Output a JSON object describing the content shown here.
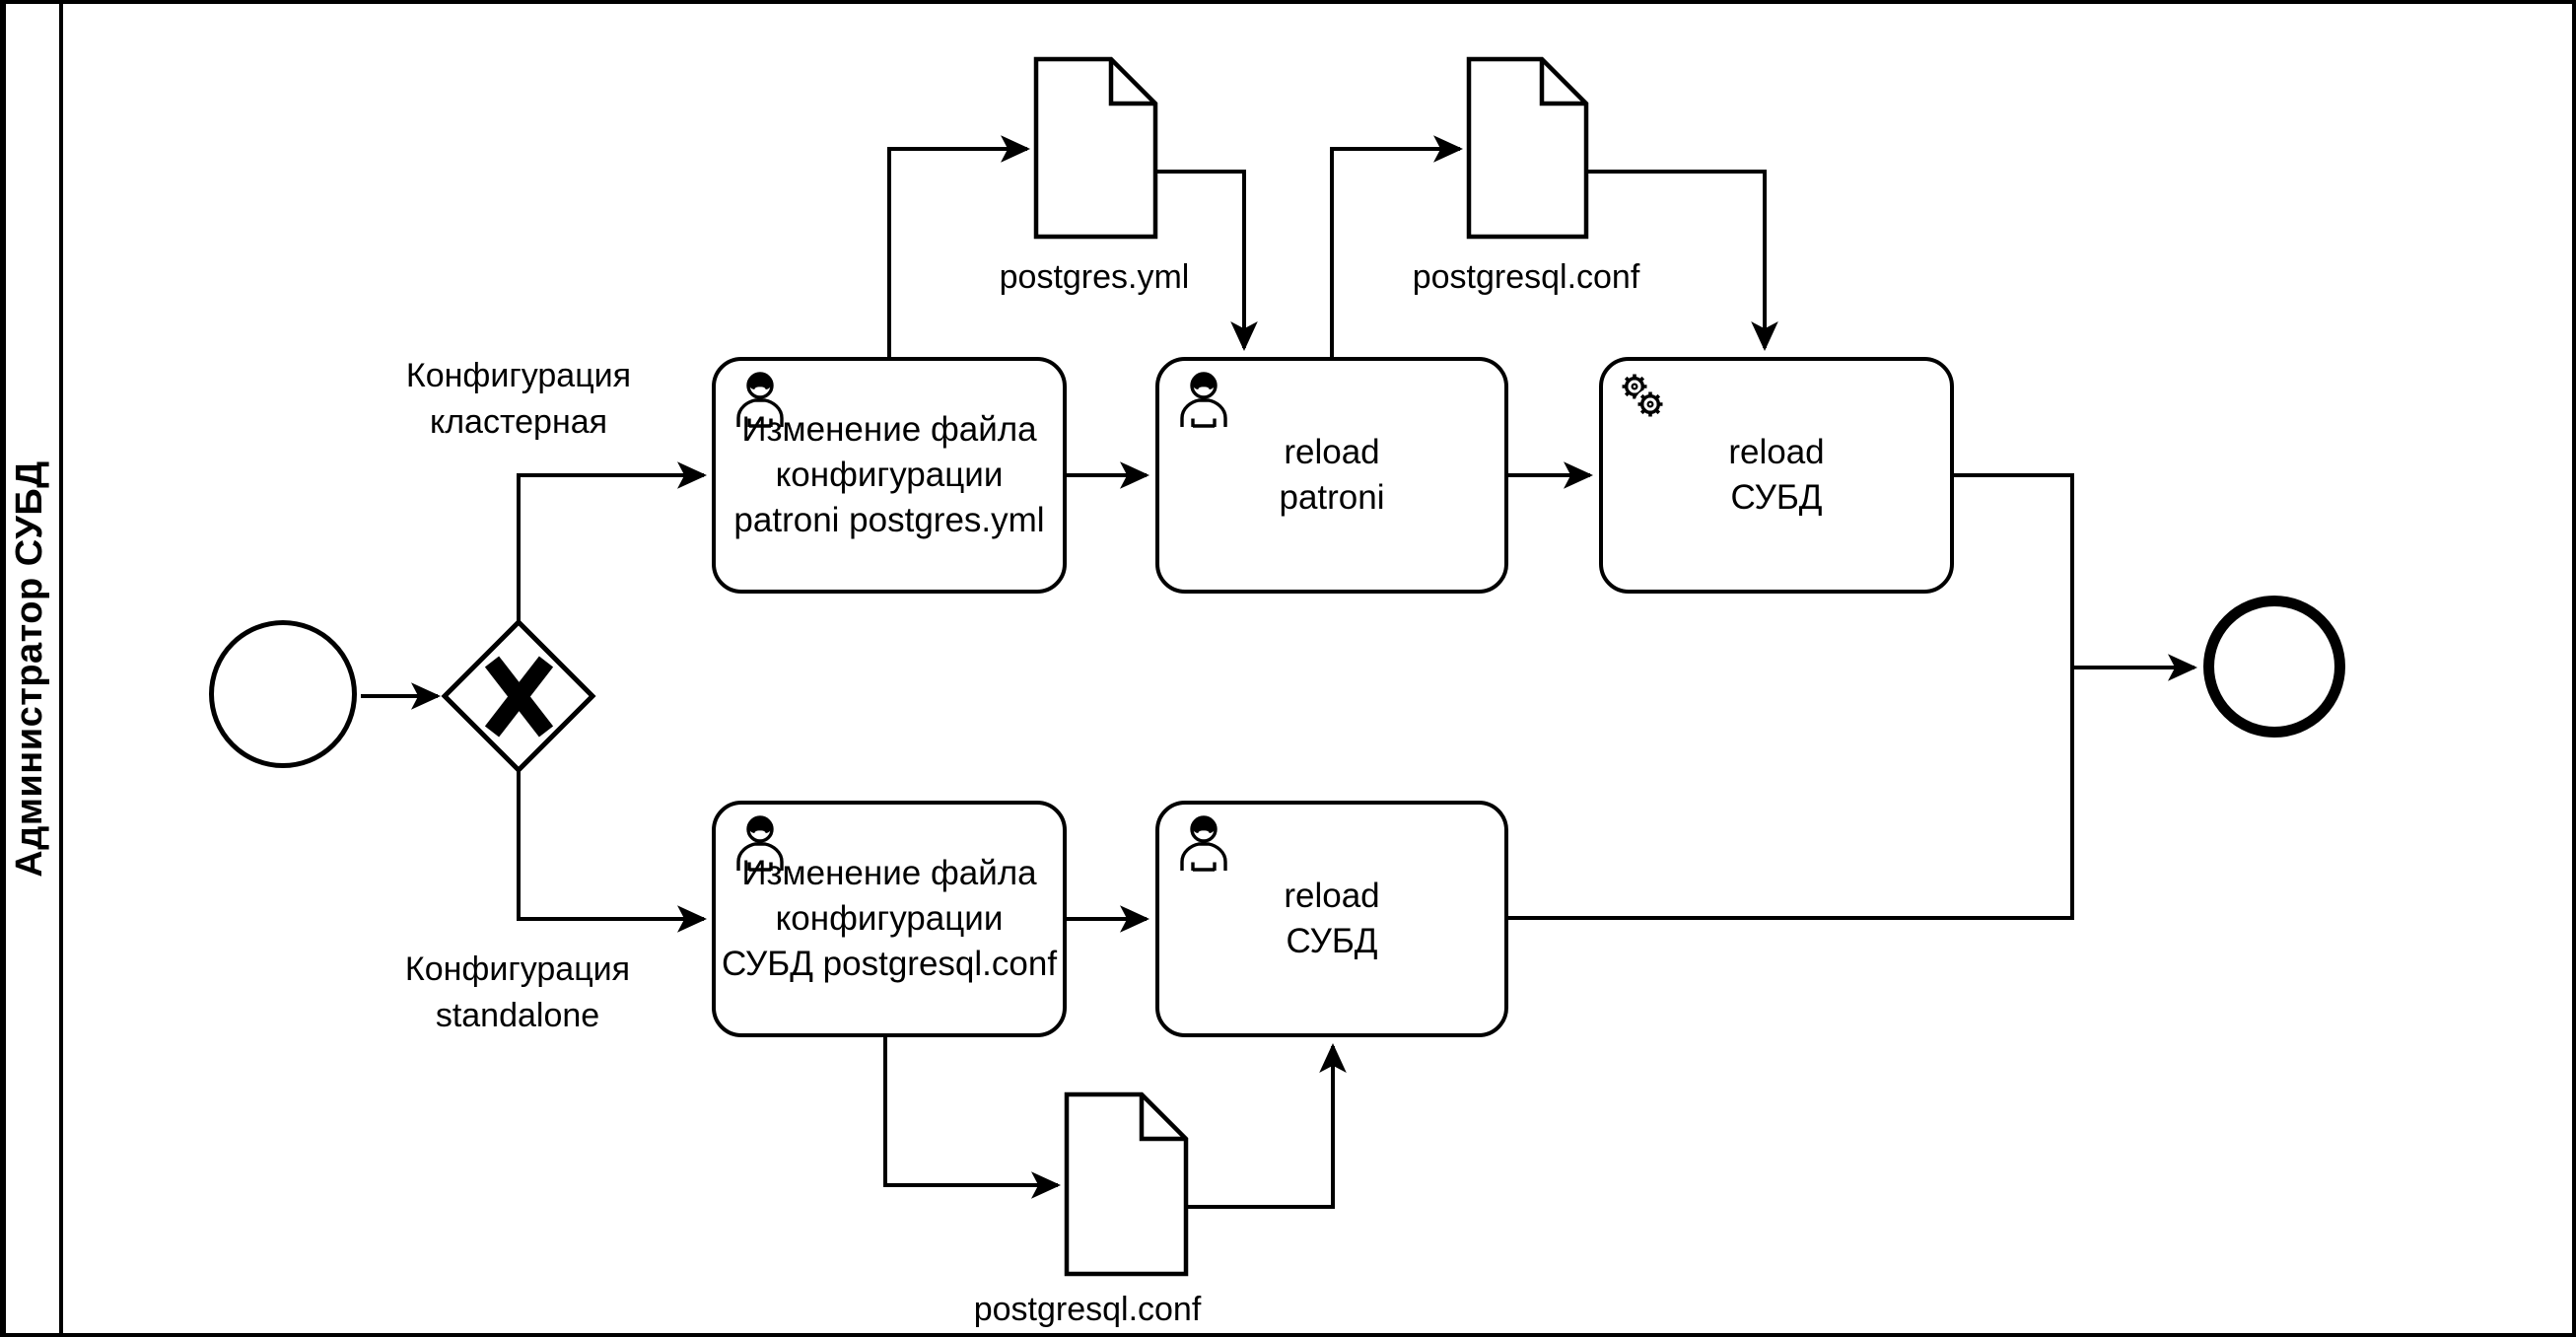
{
  "diagram": {
    "kind": "BPMN process diagram",
    "colors": {
      "stroke": "#000000",
      "fill": "#ffffff"
    },
    "lane": {
      "label": "Администратор СУБД"
    },
    "annotations": {
      "cluster_branch": "Конфигурация\nкластерная",
      "standalone_branch": "Конфигурация\nstandalone"
    },
    "tasks": {
      "edit_patroni": {
        "label": "Изменение файла\nконфигурации\npatroni postgres.yml",
        "type": "user"
      },
      "reload_patroni": {
        "label": "reload\npatroni",
        "type": "user"
      },
      "reload_dbms_top": {
        "label": "reload\nСУБД",
        "type": "service"
      },
      "edit_dbms": {
        "label": "Изменение файла\nконфигурации\nСУБД postgresql.conf",
        "type": "user"
      },
      "reload_dbms_bottom": {
        "label": "reload\nСУБД",
        "type": "user"
      }
    },
    "data_objects": {
      "postgres_yml": {
        "label": "postgres.yml"
      },
      "postgresql_conf_top": {
        "label": "postgresql.conf"
      },
      "postgresql_conf_bottom": {
        "label": "postgresql.conf"
      }
    },
    "events": {
      "start": {
        "label": ""
      },
      "end": {
        "label": ""
      }
    },
    "gateway": {
      "type": "exclusive",
      "marker": "X"
    }
  }
}
